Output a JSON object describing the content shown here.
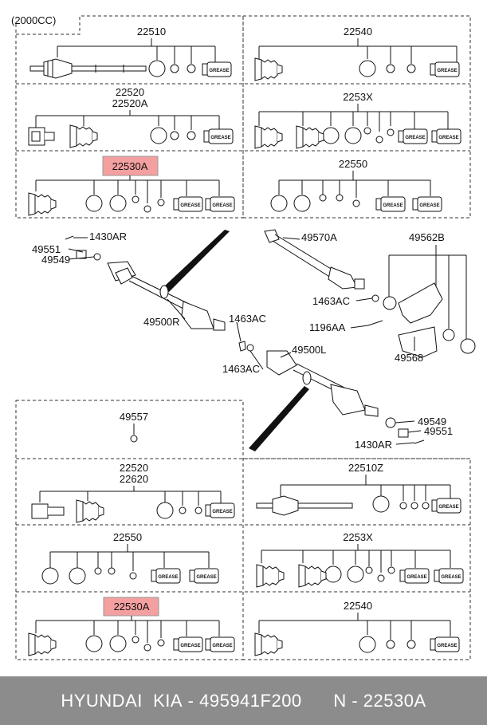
{
  "diagram": {
    "engine_label": "(2000CC)",
    "top_kits": [
      {
        "code": "22510",
        "highlight": false
      },
      {
        "code": "22540",
        "highlight": false
      },
      {
        "code": "22520",
        "code2": "22520A",
        "highlight": false
      },
      {
        "code": "2253X",
        "highlight": false
      },
      {
        "code": "22530A",
        "highlight": true
      },
      {
        "code": "22550",
        "highlight": false
      }
    ],
    "bottom_kits": [
      {
        "code": "49557",
        "highlight": false
      },
      {
        "code": "22520",
        "code2": "22620",
        "highlight": false
      },
      {
        "code": "22510Z",
        "highlight": false
      },
      {
        "code": "22550",
        "highlight": false
      },
      {
        "code": "2253X",
        "highlight": false
      },
      {
        "code": "22530A",
        "highlight": true
      },
      {
        "code": "22540",
        "highlight": false
      }
    ],
    "grease_label": "GREASE",
    "callouts": [
      "1430AR",
      "49551",
      "49549",
      "49500R",
      "49570A",
      "49562B",
      "1463AC",
      "1463AC",
      "1196AA",
      "1463AC",
      "49500L",
      "49568",
      "49549",
      "49551",
      "1430AR"
    ],
    "highlight_color": "#f4a0a0"
  },
  "footer": {
    "brand": "HYUNDAI  KIA",
    "part_number": "495941F200",
    "ref": "N - 22530A"
  }
}
